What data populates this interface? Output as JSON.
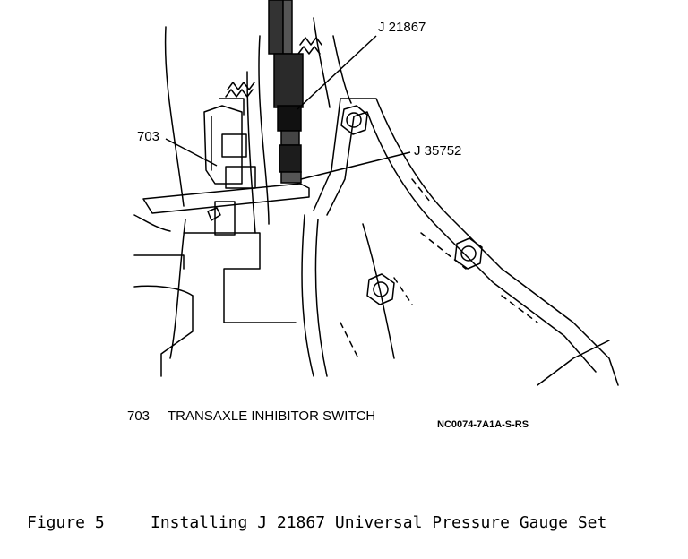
{
  "callouts": {
    "tool_gauge": "J 21867",
    "tool_adapter": "J 35752",
    "part_number": "703"
  },
  "legend": {
    "number": "703",
    "text": "TRANSAXLE INHIBITOR SWITCH"
  },
  "illustration_code": "NC0074-7A1A-S-RS",
  "caption": {
    "figure_label": "Figure 5",
    "title": "Installing J 21867 Universal Pressure Gauge Set"
  },
  "colors": {
    "ink": "#000000",
    "background": "#ffffff"
  }
}
